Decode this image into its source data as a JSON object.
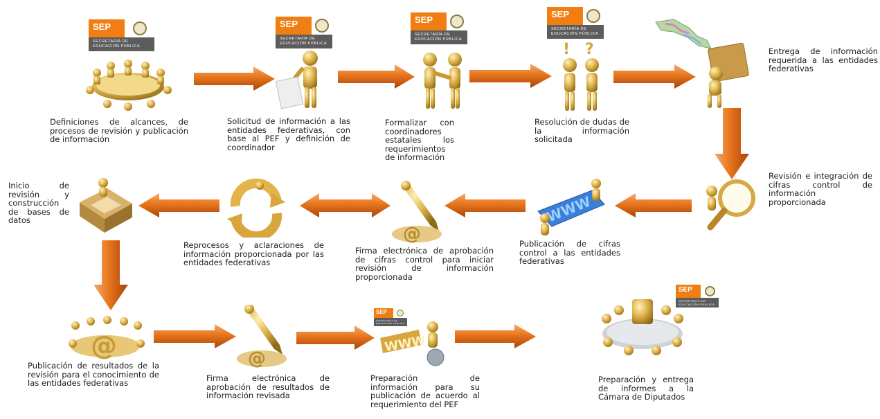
{
  "logo": {
    "brand": "SEP",
    "line1": "SECRETARÍA DE",
    "line2": "EDUCACIÓN PÚBLICA"
  },
  "steps": [
    {
      "id": 1,
      "text": "Definiciones de alcances, de procesos de revisión y publicación de información"
    },
    {
      "id": 2,
      "text": "Solicitud de información a las entidades federativas, con base al PEF y definición de coordinador"
    },
    {
      "id": 3,
      "text": "Formalizar con coordinadores estatales los requerimientos de información"
    },
    {
      "id": 4,
      "text": "Resolución de dudas de la información solicitada"
    },
    {
      "id": 5,
      "text": "Entrega de información requerida a las entidades federativas"
    },
    {
      "id": 6,
      "text": "Revisión e integración de cifras control de información proporcionada"
    },
    {
      "id": 7,
      "text": "Publicación de cifras control a las entidades federativas"
    },
    {
      "id": 8,
      "text": "Firma electrónica de aprobación de cifras control para iniciar revisión de información proporcionada"
    },
    {
      "id": 9,
      "text": "Reprocesos y aclaraciones de información proporcionada por las entidades federativas"
    },
    {
      "id": 10,
      "text": "Inicio de revisión y construcción de bases de datos"
    },
    {
      "id": 11,
      "text": "Publicación de resultados de la revisión para el conocimiento de las entidades federativas"
    },
    {
      "id": 12,
      "text": "Firma electrónica de aprobación de resultados de información revisada"
    },
    {
      "id": 13,
      "text": "Preparación de información para su publicación de acuerdo al requerimiento del PEF"
    },
    {
      "id": 14,
      "text": "Preparación y entrega de informes a la Cámara de Diputados"
    }
  ],
  "icons": {
    "step1": "round-table-meeting-icon",
    "step2": "person-with-document-icon",
    "step3": "handshake-icon",
    "step4": "question-exclamation-icon",
    "step5": "person-carrying-box-icon",
    "step6": "magnifying-glass-icon",
    "step7": "www-publication-icon",
    "step8": "pen-signature-icon",
    "step9": "cycle-arrows-icon",
    "step10": "database-construction-icon",
    "step11": "at-sign-group-icon",
    "step12": "pen-signature-icon",
    "step13": "www-figure-globe-icon",
    "step14": "meeting-table-icon"
  },
  "colors": {
    "arrow": "#e8751c",
    "arrow_dark": "#b84a08",
    "figure": "#d9b34a",
    "sep_orange": "#f07e12"
  }
}
